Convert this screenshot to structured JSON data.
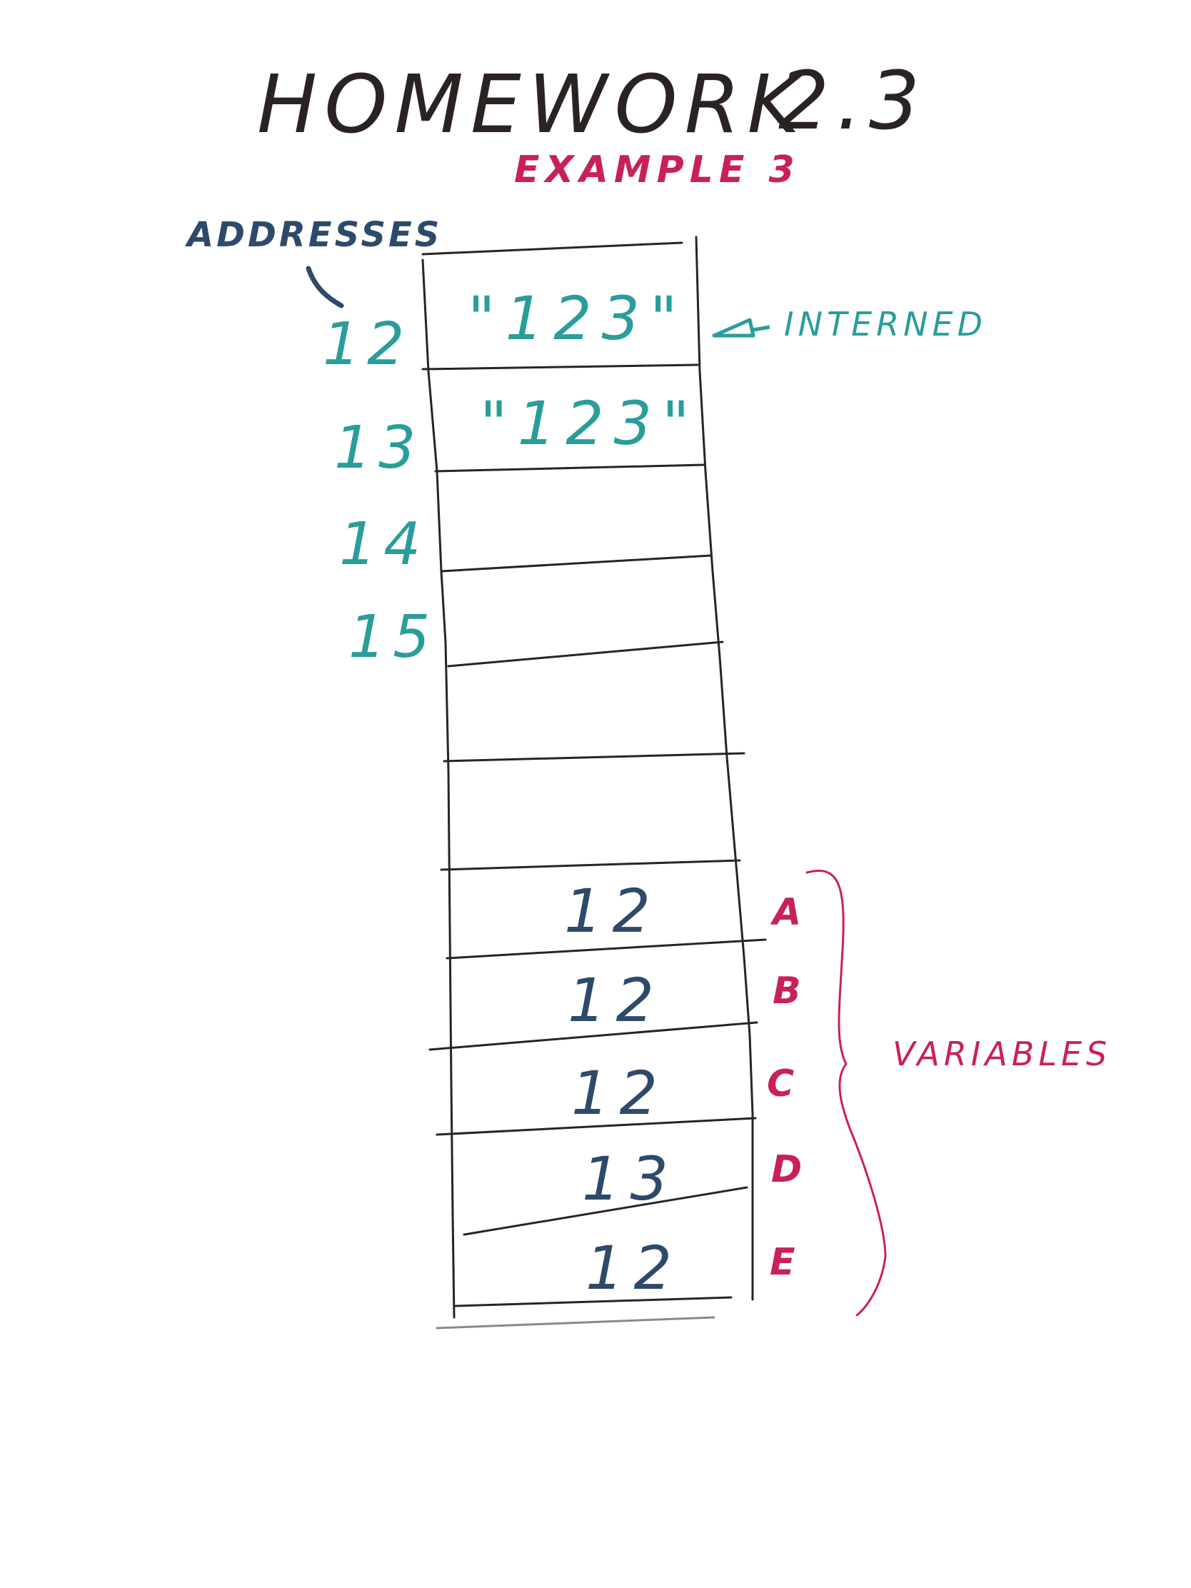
{
  "title": "HOMEWORK",
  "title_number": "2.3",
  "subtitle": "EXAMPLE 3",
  "addresses_label": "ADDRESSES",
  "interned_label": "INTERNED",
  "variables_label": "VARIABLES",
  "addresses": [
    "12",
    "13",
    "14",
    "15"
  ],
  "string_cells": [
    "\"123\"",
    "\"123\""
  ],
  "variable_values": [
    "12",
    "12",
    "12",
    "13",
    "12"
  ],
  "variable_names": [
    "A",
    "B",
    "C",
    "D",
    "E"
  ],
  "colors": {
    "ink": "#2b2322",
    "teal": "#2a9d9a",
    "navy": "#2e4a6b",
    "crimson": "#c8215a"
  }
}
